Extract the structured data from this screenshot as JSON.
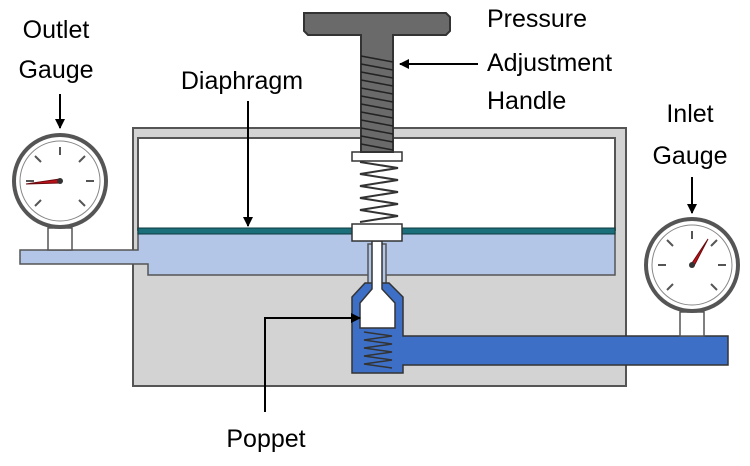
{
  "labels": {
    "outlet_gauge": [
      "Outlet",
      "Gauge"
    ],
    "diaphragm": "Diaphragm",
    "pressure_handle": [
      "Pressure",
      "Adjustment",
      "Handle"
    ],
    "inlet_gauge": [
      "Inlet",
      "Gauge"
    ],
    "poppet": "Poppet"
  },
  "colors": {
    "body_gray": "#d3d3d3",
    "outline": "#555555",
    "low_pressure_fluid": "#b3c6e7",
    "high_pressure_fluid": "#3e6fc7",
    "diaphragm": "#1b6f7a",
    "handle": "#6a6a6a",
    "gauge_needle": "#c0111a"
  }
}
